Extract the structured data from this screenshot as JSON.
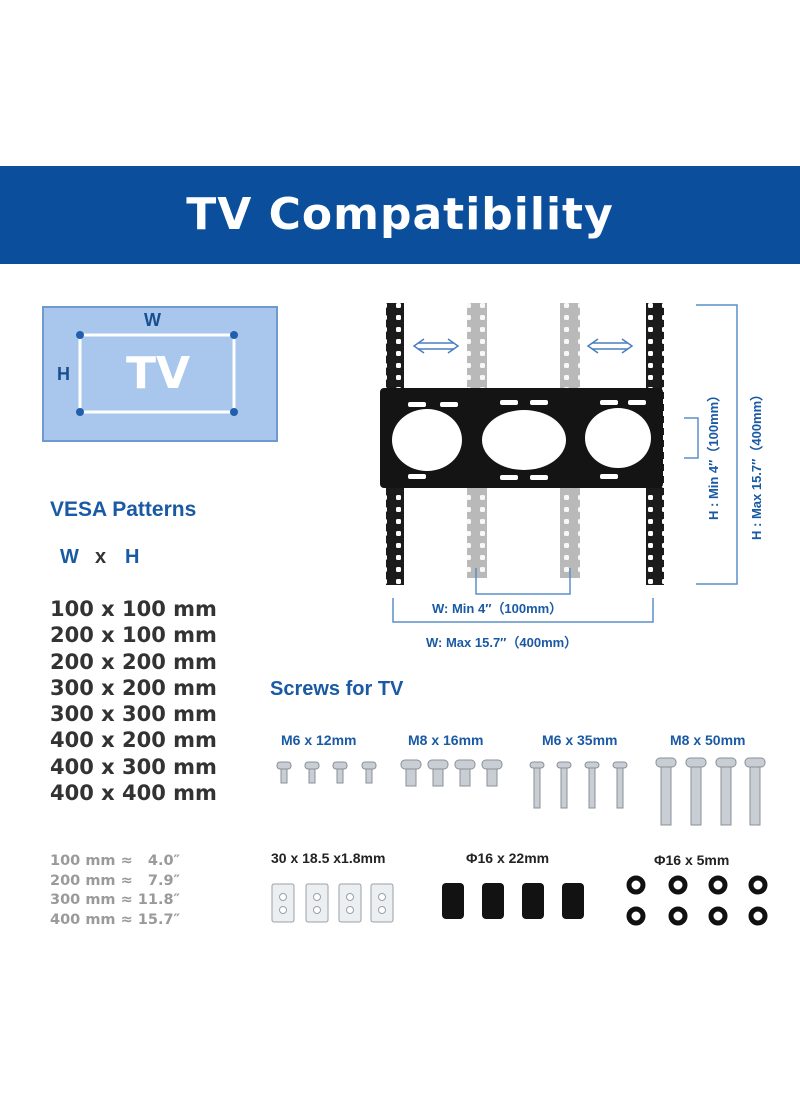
{
  "banner": {
    "title": "TV  Compatibility"
  },
  "tv_diagram": {
    "w_label": "W",
    "h_label": "H",
    "tv_label": "TV"
  },
  "vesa": {
    "title": "VESA Patterns",
    "w": "W",
    "x": "x",
    "h": "H",
    "patterns": [
      "100 x 100 mm",
      "200 x 100 mm",
      "200 x 200 mm",
      "300 x 200 mm",
      "300 x 300 mm",
      "400 x 200 mm",
      "400 x 300 mm",
      "400 x 400 mm"
    ]
  },
  "conversions": [
    "100 mm ≈   4.0″",
    "200 mm ≈   7.9″",
    "300 mm ≈ 11.8″",
    "400 mm ≈ 15.7″"
  ],
  "mount": {
    "w_min": "W:  Min  4″（100mm）",
    "w_max": "W:  Max  15.7″（400mm）",
    "h_min": "H : Min  4″（100mm）",
    "h_max": "H : Max  15.7″（400mm）"
  },
  "screws": {
    "title": "Screws for TV",
    "items": [
      "M6 x 12mm",
      "M8 x 16mm",
      "M6 x 35mm",
      "M8 x 50mm",
      "30 x 18.5 x1.8mm",
      "Φ16 x 22mm",
      "Φ16 x 5mm"
    ]
  },
  "colors": {
    "banner": "#0b4f9c",
    "accent": "#1a5aa5",
    "tv_fill": "#a9c6ec"
  }
}
